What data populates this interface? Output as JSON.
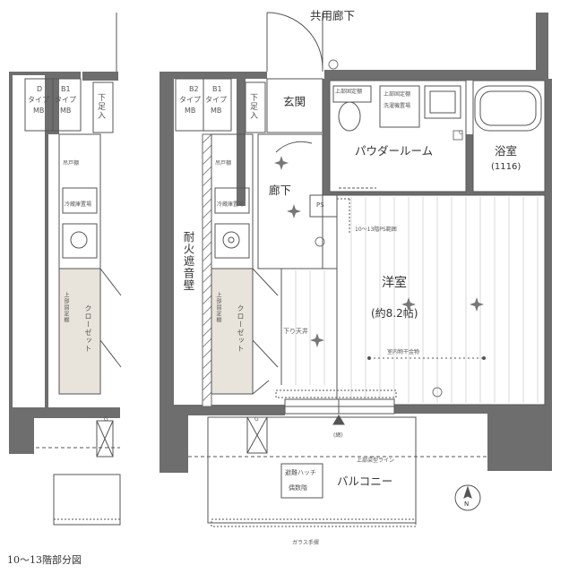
{
  "labels": {
    "common_corridor": "共用廊下",
    "entrance": "玄関",
    "shoe_storage": "下足入",
    "powder_room": "パウダールーム",
    "bath": "浴室",
    "bath_size": "(1116)",
    "corridor": "廊下",
    "western_room": "洋室",
    "room_size": "(約8.2帖)",
    "fire_wall": "耐火遮音壁",
    "closet": "クローゼット",
    "upper_shelf": "上部固定棚",
    "lowered_ceiling": "下り天井",
    "ps": "PS",
    "ps_note": "10〜13階PS範囲",
    "indoor_hanger": "室内物干金物",
    "balcony": "バルコニー",
    "upper_beam": "上部梁型ライン",
    "glass_rail": "ガラス手摺",
    "evac_hatch": "避難ハッチ",
    "evac_hatch_2": "偶数階",
    "washer": "洗濯機置場",
    "washer_upper": "上部固定棚",
    "floor_note": "10〜13階部分図",
    "mb_d": "D",
    "mb_b1": "B1",
    "mb_b2": "B2",
    "type": "タイプ",
    "mb": "MB",
    "north": "N",
    "sink_note": "吊戸棚",
    "fridge": "冷蔵庫置場",
    "mount": "(網)",
    "mark_c": "C",
    "mark_g": "G"
  },
  "colors": {
    "wall": "#6e6e6e",
    "line": "#555555",
    "fire_wall_hatch": "#8a8a8a",
    "closet_fill": "#e8e3db",
    "floor_line": "#cfcfcf"
  }
}
